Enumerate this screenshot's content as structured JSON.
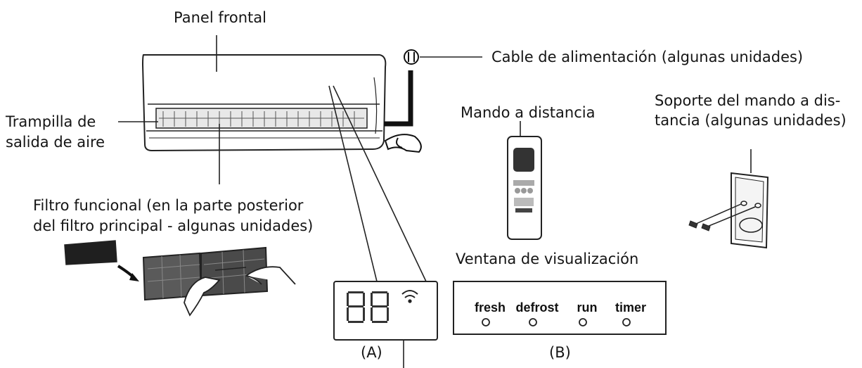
{
  "labels": {
    "front_panel": "Panel frontal",
    "power_cable": "Cable de alimentación (algunas unidades)",
    "louver_line1": "Trampilla de",
    "louver_line2": "salida de aire",
    "remote": "Mando a distancia",
    "holder_line1": "Soporte del mando a dis-",
    "holder_line2": "tancia (algunas unidades)",
    "filter_line1": "Filtro funcional (en la parte posterior",
    "filter_line2": "del filtro principal - algunas unidades)",
    "display_window": "Ventana de visualización",
    "panel_a": "(A)",
    "panel_b": "(B)"
  },
  "display_b": {
    "indicators": [
      "fresh",
      "defrost",
      "run",
      "timer"
    ]
  }
}
